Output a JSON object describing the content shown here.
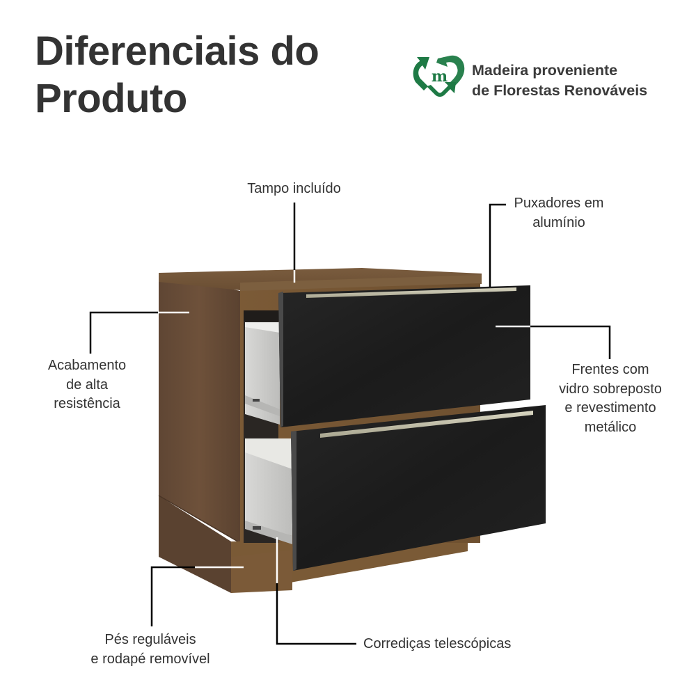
{
  "header": {
    "title_line1": "Diferenciais do",
    "title_line2": "Produto"
  },
  "badge": {
    "icon": "recycle-heart-m-icon",
    "icon_letter": "m",
    "line1": "Madeira proveniente",
    "line2": "de Florestas Renováveis",
    "color": "#1e7a45"
  },
  "callouts": {
    "top": {
      "line1": "Tampo incluído"
    },
    "handles": {
      "line1": "Puxadores em",
      "line2": "alumínio"
    },
    "finish": {
      "line1": "Acabamento",
      "line2": "de alta",
      "line3": "resistência"
    },
    "fronts": {
      "line1": "Frentes com",
      "line2": "vidro sobreposto",
      "line3": "e revestimento",
      "line4": "metálico"
    },
    "feet": {
      "line1": "Pés reguláveis",
      "line2": "e rodapé removível"
    },
    "slides": {
      "line1": "Corrediças telescópicas"
    }
  },
  "product": {
    "name": "cabinet-with-two-drawers",
    "wood_color": "#6b4f36",
    "front_color": "#1e1e1e",
    "handle_color": "#c9c6b0"
  }
}
